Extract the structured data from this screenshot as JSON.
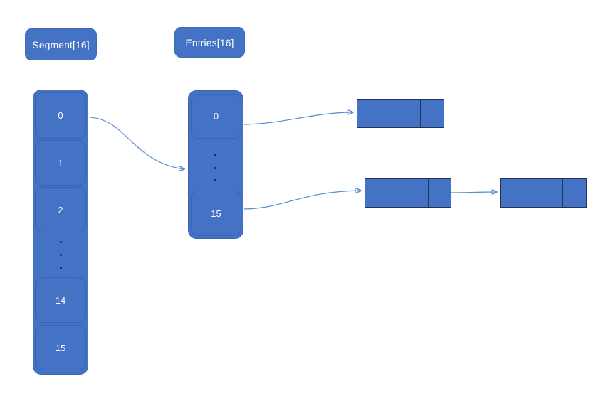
{
  "diagram": {
    "title_labels": [
      {
        "id": "segment-label",
        "text": "Segment[16]"
      },
      {
        "id": "entries-label",
        "text": "Entries[16]"
      }
    ],
    "segment_array": {
      "name": "Segment[16]",
      "cells": [
        {
          "label": "0"
        },
        {
          "label": "1"
        },
        {
          "label": "2"
        },
        {
          "label": "14"
        },
        {
          "label": "15"
        }
      ],
      "ellipsis_dots": 3
    },
    "entries_array": {
      "name": "Entries[16]",
      "cells": [
        {
          "label": "0"
        },
        {
          "label": "15"
        }
      ],
      "ellipsis_dots": 3
    },
    "nodes": [
      {
        "id": "node-a",
        "row": "top",
        "data_label": "",
        "next_label": ""
      },
      {
        "id": "node-b",
        "row": "bottom",
        "data_label": "",
        "next_label": ""
      },
      {
        "id": "node-c",
        "row": "bottom",
        "data_label": "",
        "next_label": ""
      }
    ],
    "connectors": [
      {
        "id": "segment0-to-entries",
        "from": "segment-cell-0",
        "to": "entries-array"
      },
      {
        "id": "entries0-to-node-a",
        "from": "entries-cell-0",
        "to": "node-a"
      },
      {
        "id": "entries15-to-node-b",
        "from": "entries-cell-15",
        "to": "node-b"
      },
      {
        "id": "node-b-to-node-c",
        "from": "node-b",
        "to": "node-c"
      }
    ],
    "colors": {
      "fill": "#4472C4",
      "container_border": "#3a64b0",
      "node_border": "#20355e",
      "connector": "#5b8ad1",
      "text": "#ffffff",
      "dot": "#16243f",
      "background": "#ffffff"
    }
  }
}
